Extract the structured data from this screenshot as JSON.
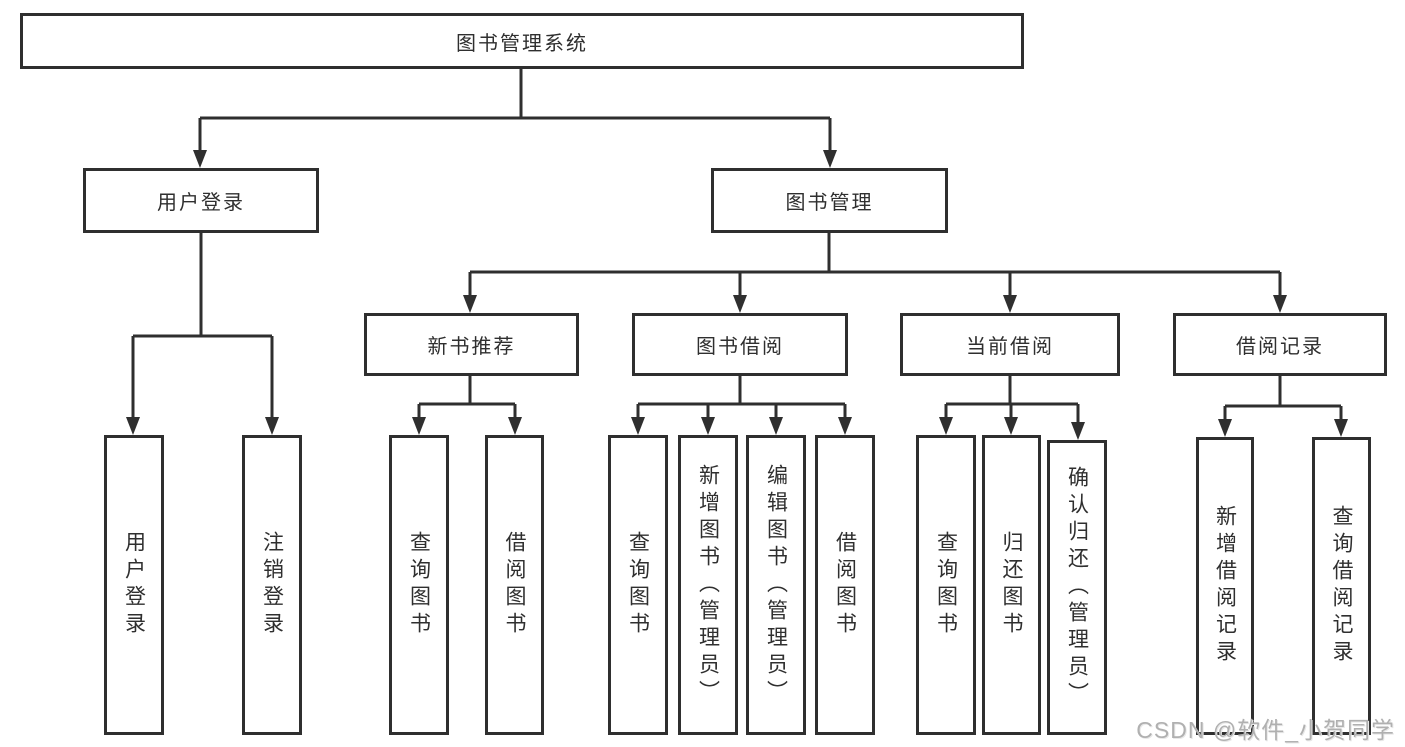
{
  "diagram": {
    "tree": {
      "label": "图书管理系统",
      "children": [
        {
          "label": "用户登录",
          "children": [
            {
              "label": "用户登录"
            },
            {
              "label": "注销登录"
            }
          ]
        },
        {
          "label": "图书管理",
          "children": [
            {
              "label": "新书推荐",
              "children": [
                {
                  "label": "查询图书"
                },
                {
                  "label": "借阅图书"
                }
              ]
            },
            {
              "label": "图书借阅",
              "children": [
                {
                  "label": "查询图书"
                },
                {
                  "label": "新增图书（管理员）"
                },
                {
                  "label": "编辑图书（管理员）"
                },
                {
                  "label": "借阅图书"
                }
              ]
            },
            {
              "label": "当前借阅",
              "children": [
                {
                  "label": "查询图书"
                },
                {
                  "label": "归还图书"
                },
                {
                  "label": "确认归还（管理员）"
                }
              ]
            },
            {
              "label": "借阅记录",
              "children": [
                {
                  "label": "新增借阅记录"
                },
                {
                  "label": "查询借阅记录"
                }
              ]
            }
          ]
        }
      ]
    },
    "colors": {
      "line": "#2f2f2f",
      "box_border": "#2f2f2f",
      "text": "#2f2f2f",
      "background": "#ffffff",
      "watermark": "#b0b0b0"
    }
  },
  "watermark": {
    "text": "CSDN @软件_小贺同学"
  }
}
